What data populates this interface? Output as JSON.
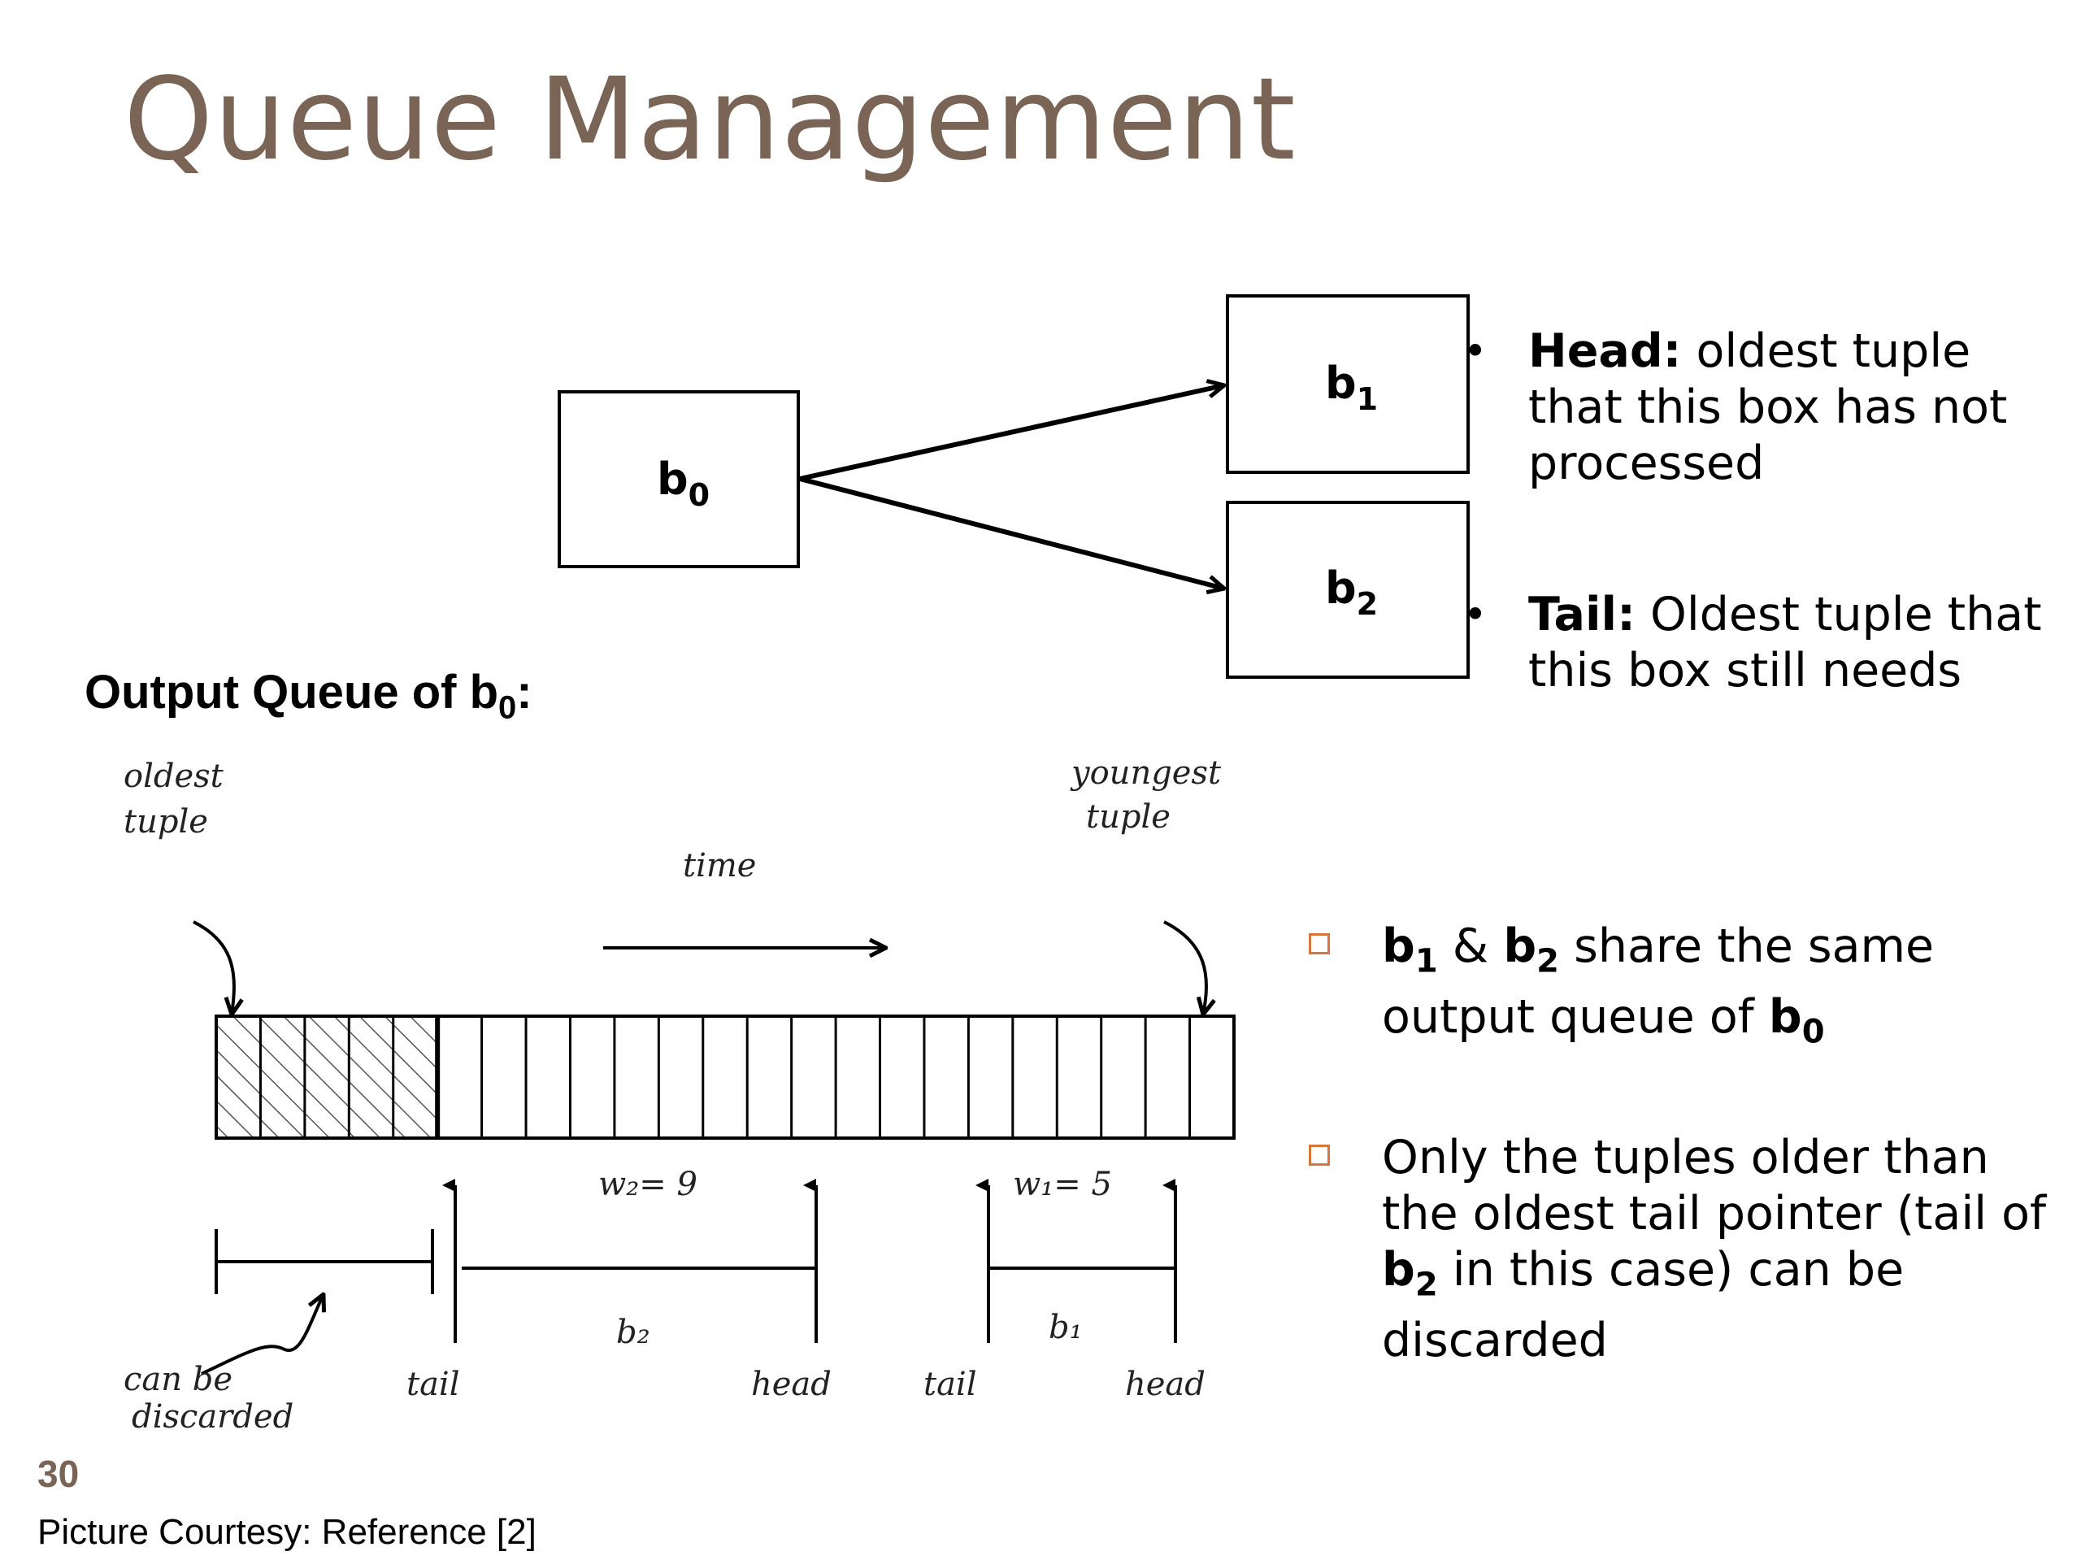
{
  "title": "Queue Management",
  "boxes": {
    "b0": "b",
    "b0_sub": "0",
    "b1": "b",
    "b1_sub": "1",
    "b2": "b",
    "b2_sub": "2"
  },
  "bullets": [
    {
      "term": "Head:",
      "text": " oldest tuple that this box has not processed"
    },
    {
      "term": "Tail:",
      "text": " Oldest tuple that this box still needs"
    }
  ],
  "output_queue_label": {
    "text": "Output Queue of b",
    "sub": "0",
    "suffix": ":"
  },
  "queue_figure": {
    "oldest": [
      "oldest",
      "tuple"
    ],
    "youngest": [
      "youngest",
      "tuple"
    ],
    "time": "time",
    "w2": "w₂= 9",
    "w1": "w₁= 5",
    "b2": "b₂",
    "b1": "b₁",
    "tail": "tail",
    "head": "head",
    "discard": [
      "can be",
      "discarded"
    ],
    "total_cells": 23,
    "shaded_cells": 5
  },
  "square_bullets": [
    {
      "parts": [
        "b",
        "1",
        " & ",
        "b",
        "2",
        " share the same output queue of ",
        "b",
        "0"
      ]
    },
    {
      "parts": [
        "Only the tuples older than the oldest tail pointer (tail of ",
        "b",
        "2",
        " in this case) can be discarded"
      ]
    }
  ],
  "page_number": "30",
  "courtesy": "Picture Courtesy: Reference [2]",
  "colors": {
    "title": "#7a6456",
    "square_bullet": "#d9743a"
  }
}
